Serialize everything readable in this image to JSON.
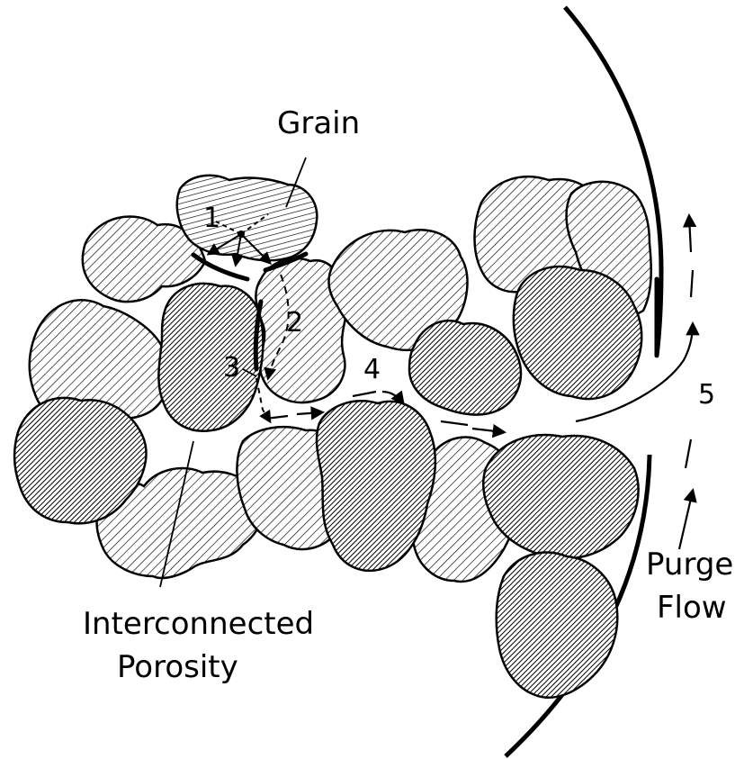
{
  "labels": {
    "grain": "Grain",
    "interconnected": "Interconnected",
    "porosity": "Porosity",
    "purge": "Purge",
    "flow": "Flow",
    "step1": "1",
    "step2": "2",
    "step3": "3",
    "step4": "4",
    "step5": "5"
  },
  "colors": {
    "ink": "#000000",
    "paper": "#ffffff"
  }
}
